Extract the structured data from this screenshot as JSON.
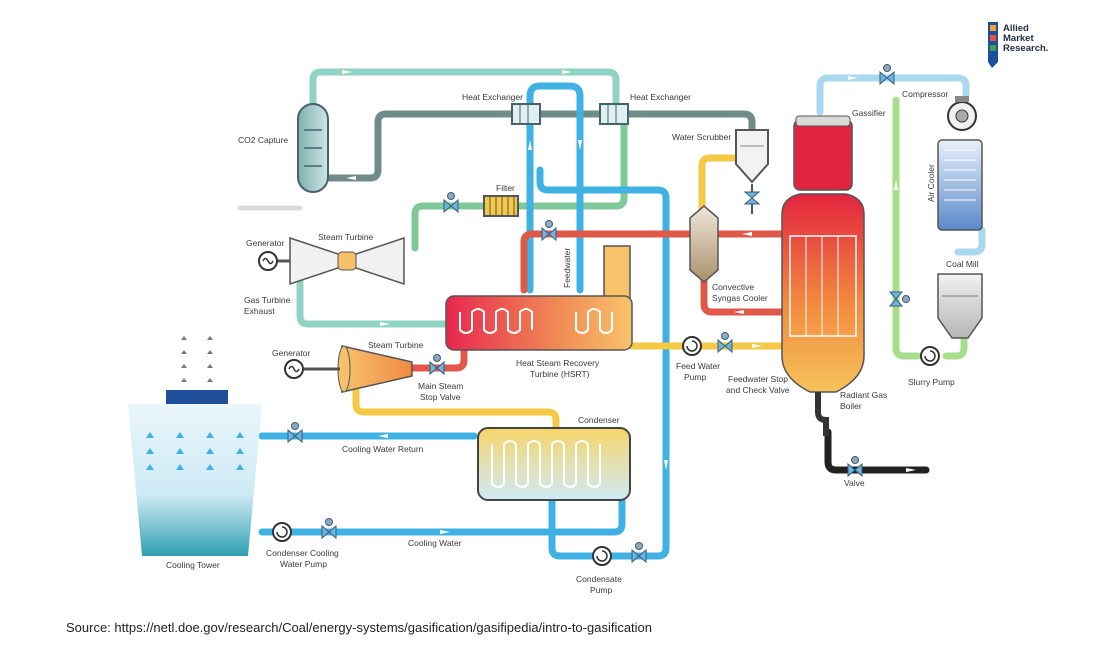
{
  "brand": {
    "logo_lines": [
      "Allied",
      "Market",
      "Research."
    ]
  },
  "labels": {
    "co2_capture": "CO2 Capture",
    "heat_exchanger_1": "Heat Exchanger",
    "heat_exchanger_2": "Heat Exchanger",
    "water_scrubber": "Water Scrubber",
    "compressor": "Compressor",
    "gassifier": "Gassifier",
    "air_cooler": "Air Cooler",
    "coal_mill": "Coal Mill",
    "filter": "Filter",
    "steam_turbine_1": "Steam Turbine",
    "generator_1": "Generator",
    "gas_turbine_exhaust_1": "Gas Turbine",
    "gas_turbine_exhaust_2": "Exhaust",
    "feedwater": "Feedwater",
    "convective_1": "Convective",
    "convective_2": "Syngas Cooler",
    "hsrt_1": "Heat Steam Recovery",
    "hsrt_2": "Turbine (HSRT)",
    "generator_2": "Generator",
    "steam_turbine_2": "Steam Turbine",
    "main_steam_1": "Main Steam",
    "main_steam_2": "Stop Valve",
    "feed_water_pump_1": "Feed Water",
    "feed_water_pump_2": "Pump",
    "feedwater_stop_1": "Feedwater Stop",
    "feedwater_stop_2": "and Check Valve",
    "radiant_1": "Radiant Gas",
    "radiant_2": "Boiler",
    "slurry_pump": "Slurry Pump",
    "condenser": "Condenser",
    "cooling_water_return": "Cooling Water Return",
    "valve": "Valve",
    "cooling_tower": "Cooling Tower",
    "condenser_pump_1": "Condenser Cooling",
    "condenser_pump_2": "Water Pump",
    "cooling_water": "Cooling Water",
    "condensate_1": "Condensate",
    "condensate_2": "Pump"
  },
  "source": "Source: https://netl.doe.gov/research/Coal/energy-systems/gasification/gasifipedia/intro-to-gasification",
  "colors": {
    "teal_pipe": "#8fd3c2",
    "green_pipe": "#7ec89a",
    "gray_pipe": "#6f8c88",
    "blue_pipe": "#3fb1e3",
    "red_pipe": "#e0584a",
    "yellow_pipe": "#f5c845",
    "light_blue_pipe": "#a9d8ef",
    "black_pipe": "#222222"
  }
}
